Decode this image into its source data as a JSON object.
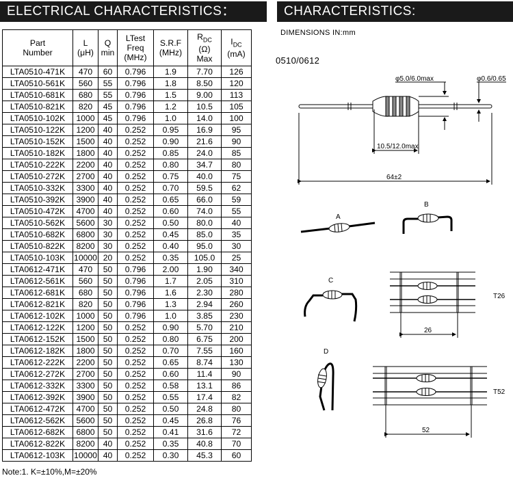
{
  "headers": {
    "left_title": "ELECTRICAL CHARACTERISTICS：",
    "right_title": "CHARACTERISTICS:"
  },
  "table": {
    "columns": [
      [
        "Part",
        "Number"
      ],
      [
        "L",
        "(μH)"
      ],
      [
        "Q",
        "min"
      ],
      [
        "LTest",
        "Freq",
        "(MHz)"
      ],
      [
        "S.R.F",
        "(MHz)"
      ],
      [
        "R_DC",
        "(Ω)",
        "Max"
      ],
      [
        "I_DC",
        "(mA)"
      ]
    ],
    "rows": [
      [
        "LTA0510-471K",
        "470",
        "60",
        "0.796",
        "1.9",
        "7.70",
        "126"
      ],
      [
        "LTA0510-561K",
        "560",
        "55",
        "0.796",
        "1.8",
        "8.50",
        "120"
      ],
      [
        "LTA0510-681K",
        "680",
        "55",
        "0.796",
        "1.5",
        "9.00",
        "113"
      ],
      [
        "LTA0510-821K",
        "820",
        "45",
        "0.796",
        "1.2",
        "10.5",
        "105"
      ],
      [
        "LTA0510-102K",
        "1000",
        "45",
        "0.796",
        "1.0",
        "14.0",
        "100"
      ],
      [
        "LTA0510-122K",
        "1200",
        "40",
        "0.252",
        "0.95",
        "16.9",
        "95"
      ],
      [
        "LTA0510-152K",
        "1500",
        "40",
        "0.252",
        "0.90",
        "21.6",
        "90"
      ],
      [
        "LTA0510-182K",
        "1800",
        "40",
        "0.252",
        "0.85",
        "24.0",
        "85"
      ],
      [
        "LTA0510-222K",
        "2200",
        "40",
        "0.252",
        "0.80",
        "34.7",
        "80"
      ],
      [
        "LTA0510-272K",
        "2700",
        "40",
        "0.252",
        "0.75",
        "40.0",
        "75"
      ],
      [
        "LTA0510-332K",
        "3300",
        "40",
        "0.252",
        "0.70",
        "59.5",
        "62"
      ],
      [
        "LTA0510-392K",
        "3900",
        "40",
        "0.252",
        "0.65",
        "66.0",
        "59"
      ],
      [
        "LTA0510-472K",
        "4700",
        "40",
        "0.252",
        "0.60",
        "74.0",
        "55"
      ],
      [
        "LTA0510-562K",
        "5600",
        "30",
        "0.252",
        "0.50",
        "80.0",
        "40"
      ],
      [
        "LTA0510-682K",
        "6800",
        "30",
        "0.252",
        "0.45",
        "85.0",
        "35"
      ],
      [
        "LTA0510-822K",
        "8200",
        "30",
        "0.252",
        "0.40",
        "95.0",
        "30"
      ],
      [
        "LTA0510-103K",
        "10000",
        "20",
        "0.252",
        "0.35",
        "105.0",
        "25"
      ],
      [
        "LTA0612-471K",
        "470",
        "50",
        "0.796",
        "2.00",
        "1.90",
        "340"
      ],
      [
        "LTA0612-561K",
        "560",
        "50",
        "0.796",
        "1.7",
        "2.05",
        "310"
      ],
      [
        "LTA0612-681K",
        "680",
        "50",
        "0.796",
        "1.6",
        "2.30",
        "280"
      ],
      [
        "LTA0612-821K",
        "820",
        "50",
        "0.796",
        "1.3",
        "2.94",
        "260"
      ],
      [
        "LTA0612-102K",
        "1000",
        "50",
        "0.796",
        "1.0",
        "3.85",
        "230"
      ],
      [
        "LTA0612-122K",
        "1200",
        "50",
        "0.252",
        "0.90",
        "5.70",
        "210"
      ],
      [
        "LTA0612-152K",
        "1500",
        "50",
        "0.252",
        "0.80",
        "6.75",
        "200"
      ],
      [
        "LTA0612-182K",
        "1800",
        "50",
        "0.252",
        "0.70",
        "7.55",
        "160"
      ],
      [
        "LTA0612-222K",
        "2200",
        "50",
        "0.252",
        "0.65",
        "8.74",
        "130"
      ],
      [
        "LTA0612-272K",
        "2700",
        "50",
        "0.252",
        "0.60",
        "11.4",
        "90"
      ],
      [
        "LTA0612-332K",
        "3300",
        "50",
        "0.252",
        "0.58",
        "13.1",
        "86"
      ],
      [
        "LTA0612-392K",
        "3900",
        "50",
        "0.252",
        "0.55",
        "17.4",
        "82"
      ],
      [
        "LTA0612-472K",
        "4700",
        "50",
        "0.252",
        "0.50",
        "24.8",
        "80"
      ],
      [
        "LTA0612-562K",
        "5600",
        "50",
        "0.252",
        "0.45",
        "26.8",
        "76"
      ],
      [
        "LTA0612-682K",
        "6800",
        "50",
        "0.252",
        "0.41",
        "31.6",
        "72"
      ],
      [
        "LTA0612-822K",
        "8200",
        "40",
        "0.252",
        "0.35",
        "40.8",
        "70"
      ],
      [
        "LTA0612-103K",
        "10000",
        "40",
        "0.252",
        "0.30",
        "45.3",
        "60"
      ]
    ]
  },
  "note": "Note:1. K=±10%,M=±20%",
  "drawing": {
    "dimensions_label": "DIMENSIONS IN:mm",
    "series_label": "0510/0612",
    "body_diameter": "φ5.0/6.0max",
    "lead_diameter": "φ0.6/0.65",
    "body_length": "10.5/12.0max",
    "overall_length": "64±2",
    "form_a": "A",
    "form_b": "B",
    "form_c": "C",
    "form_d": "D",
    "tape_t26": "T26",
    "tape_t26_spacing": "26",
    "tape_t52": "T52",
    "tape_t52_spacing": "52"
  }
}
